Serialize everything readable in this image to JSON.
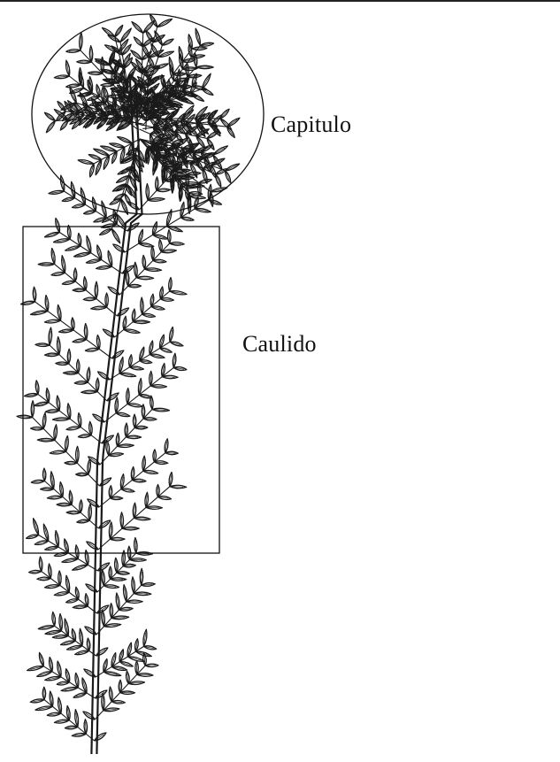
{
  "labels": {
    "capitulo": "Capitulo",
    "caulido": "Caulido"
  },
  "colors": {
    "ink": "#111111",
    "background": "#ffffff"
  },
  "illustration": "moss-plant-line-drawing"
}
